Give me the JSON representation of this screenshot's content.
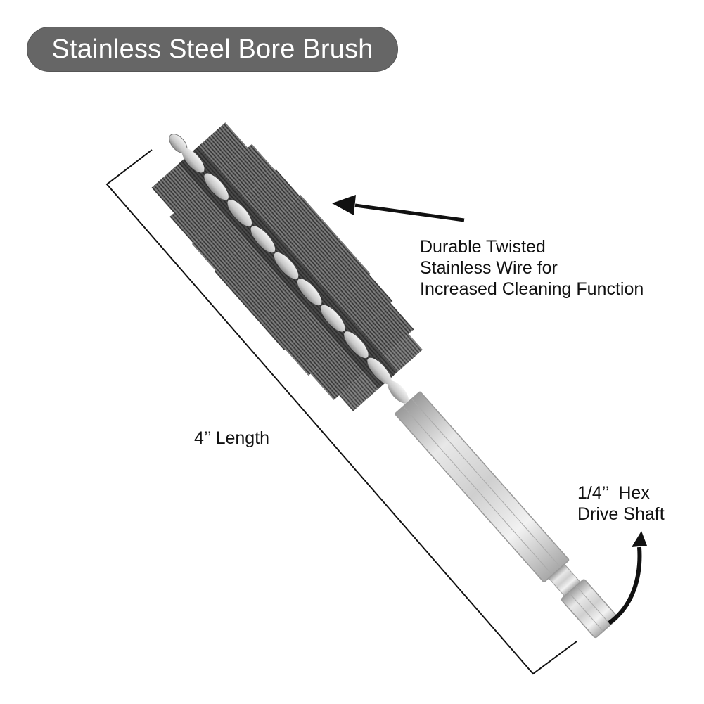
{
  "title": "Stainless Steel Bore Brush",
  "callouts": {
    "wire": {
      "lines": [
        "Durable Twisted",
        "Stainless Wire for",
        "Increased Cleaning Function"
      ]
    },
    "length": {
      "label": "4’’ Length"
    },
    "shaft": {
      "lines": [
        "1/4’’  Hex",
        "Drive Shaft"
      ]
    }
  },
  "icons": {
    "wire_arrow": "straight-arrow-left",
    "shaft_arrow": "curved-arrow-up"
  },
  "colors": {
    "pill_background": "#666666",
    "pill_text": "#ffffff",
    "text": "#111111",
    "bristle": "#3a3a3a",
    "shaft": "#d9d9d9"
  }
}
